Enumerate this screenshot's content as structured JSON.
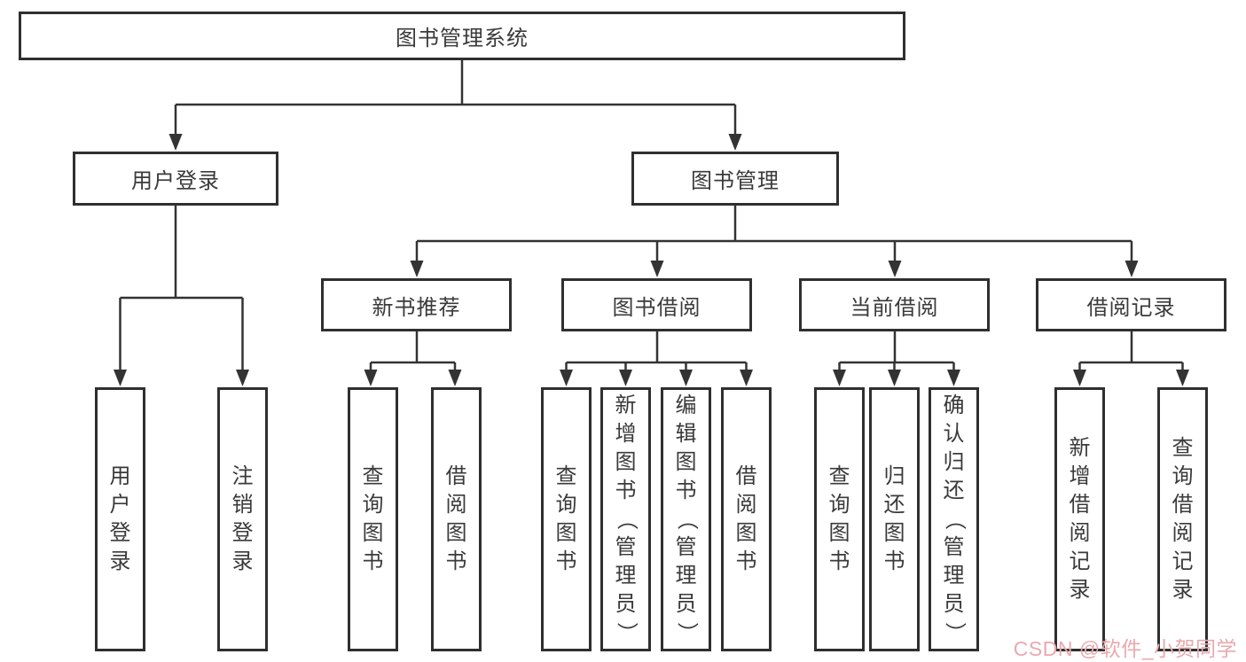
{
  "diagram": {
    "title": "图书管理系统",
    "root": {
      "label": "图书管理系统"
    },
    "level2": [
      {
        "label": "用户登录"
      },
      {
        "label": "图书管理"
      }
    ],
    "level3": [
      {
        "label": "新书推荐"
      },
      {
        "label": "图书借阅"
      },
      {
        "label": "当前借阅"
      },
      {
        "label": "借阅记录"
      }
    ],
    "leaves": [
      {
        "label": "用户登录",
        "parent": "用户登录"
      },
      {
        "label": "注销登录",
        "parent": "用户登录"
      },
      {
        "label": "查询图书",
        "parent": "新书推荐"
      },
      {
        "label": "借阅图书",
        "parent": "新书推荐"
      },
      {
        "label": "查询图书",
        "parent": "图书借阅"
      },
      {
        "label": "新增图书（管理员）",
        "parent": "图书借阅"
      },
      {
        "label": "编辑图书（管理员）",
        "parent": "图书借阅"
      },
      {
        "label": "借阅图书",
        "parent": "图书借阅"
      },
      {
        "label": "查询图书",
        "parent": "当前借阅"
      },
      {
        "label": "归还图书",
        "parent": "当前借阅"
      },
      {
        "label": "确认归还（管理员）",
        "parent": "当前借阅"
      },
      {
        "label": "新增借阅记录",
        "parent": "借阅记录"
      },
      {
        "label": "查询借阅记录",
        "parent": "借阅记录"
      }
    ]
  },
  "watermark": {
    "text": "CSDN @软件_小贺同学"
  },
  "colors": {
    "line": "#333333",
    "border": "#2f2f2f",
    "text": "#3a3a3a",
    "watermark": "#e9a9ad",
    "background": "#ffffff"
  }
}
